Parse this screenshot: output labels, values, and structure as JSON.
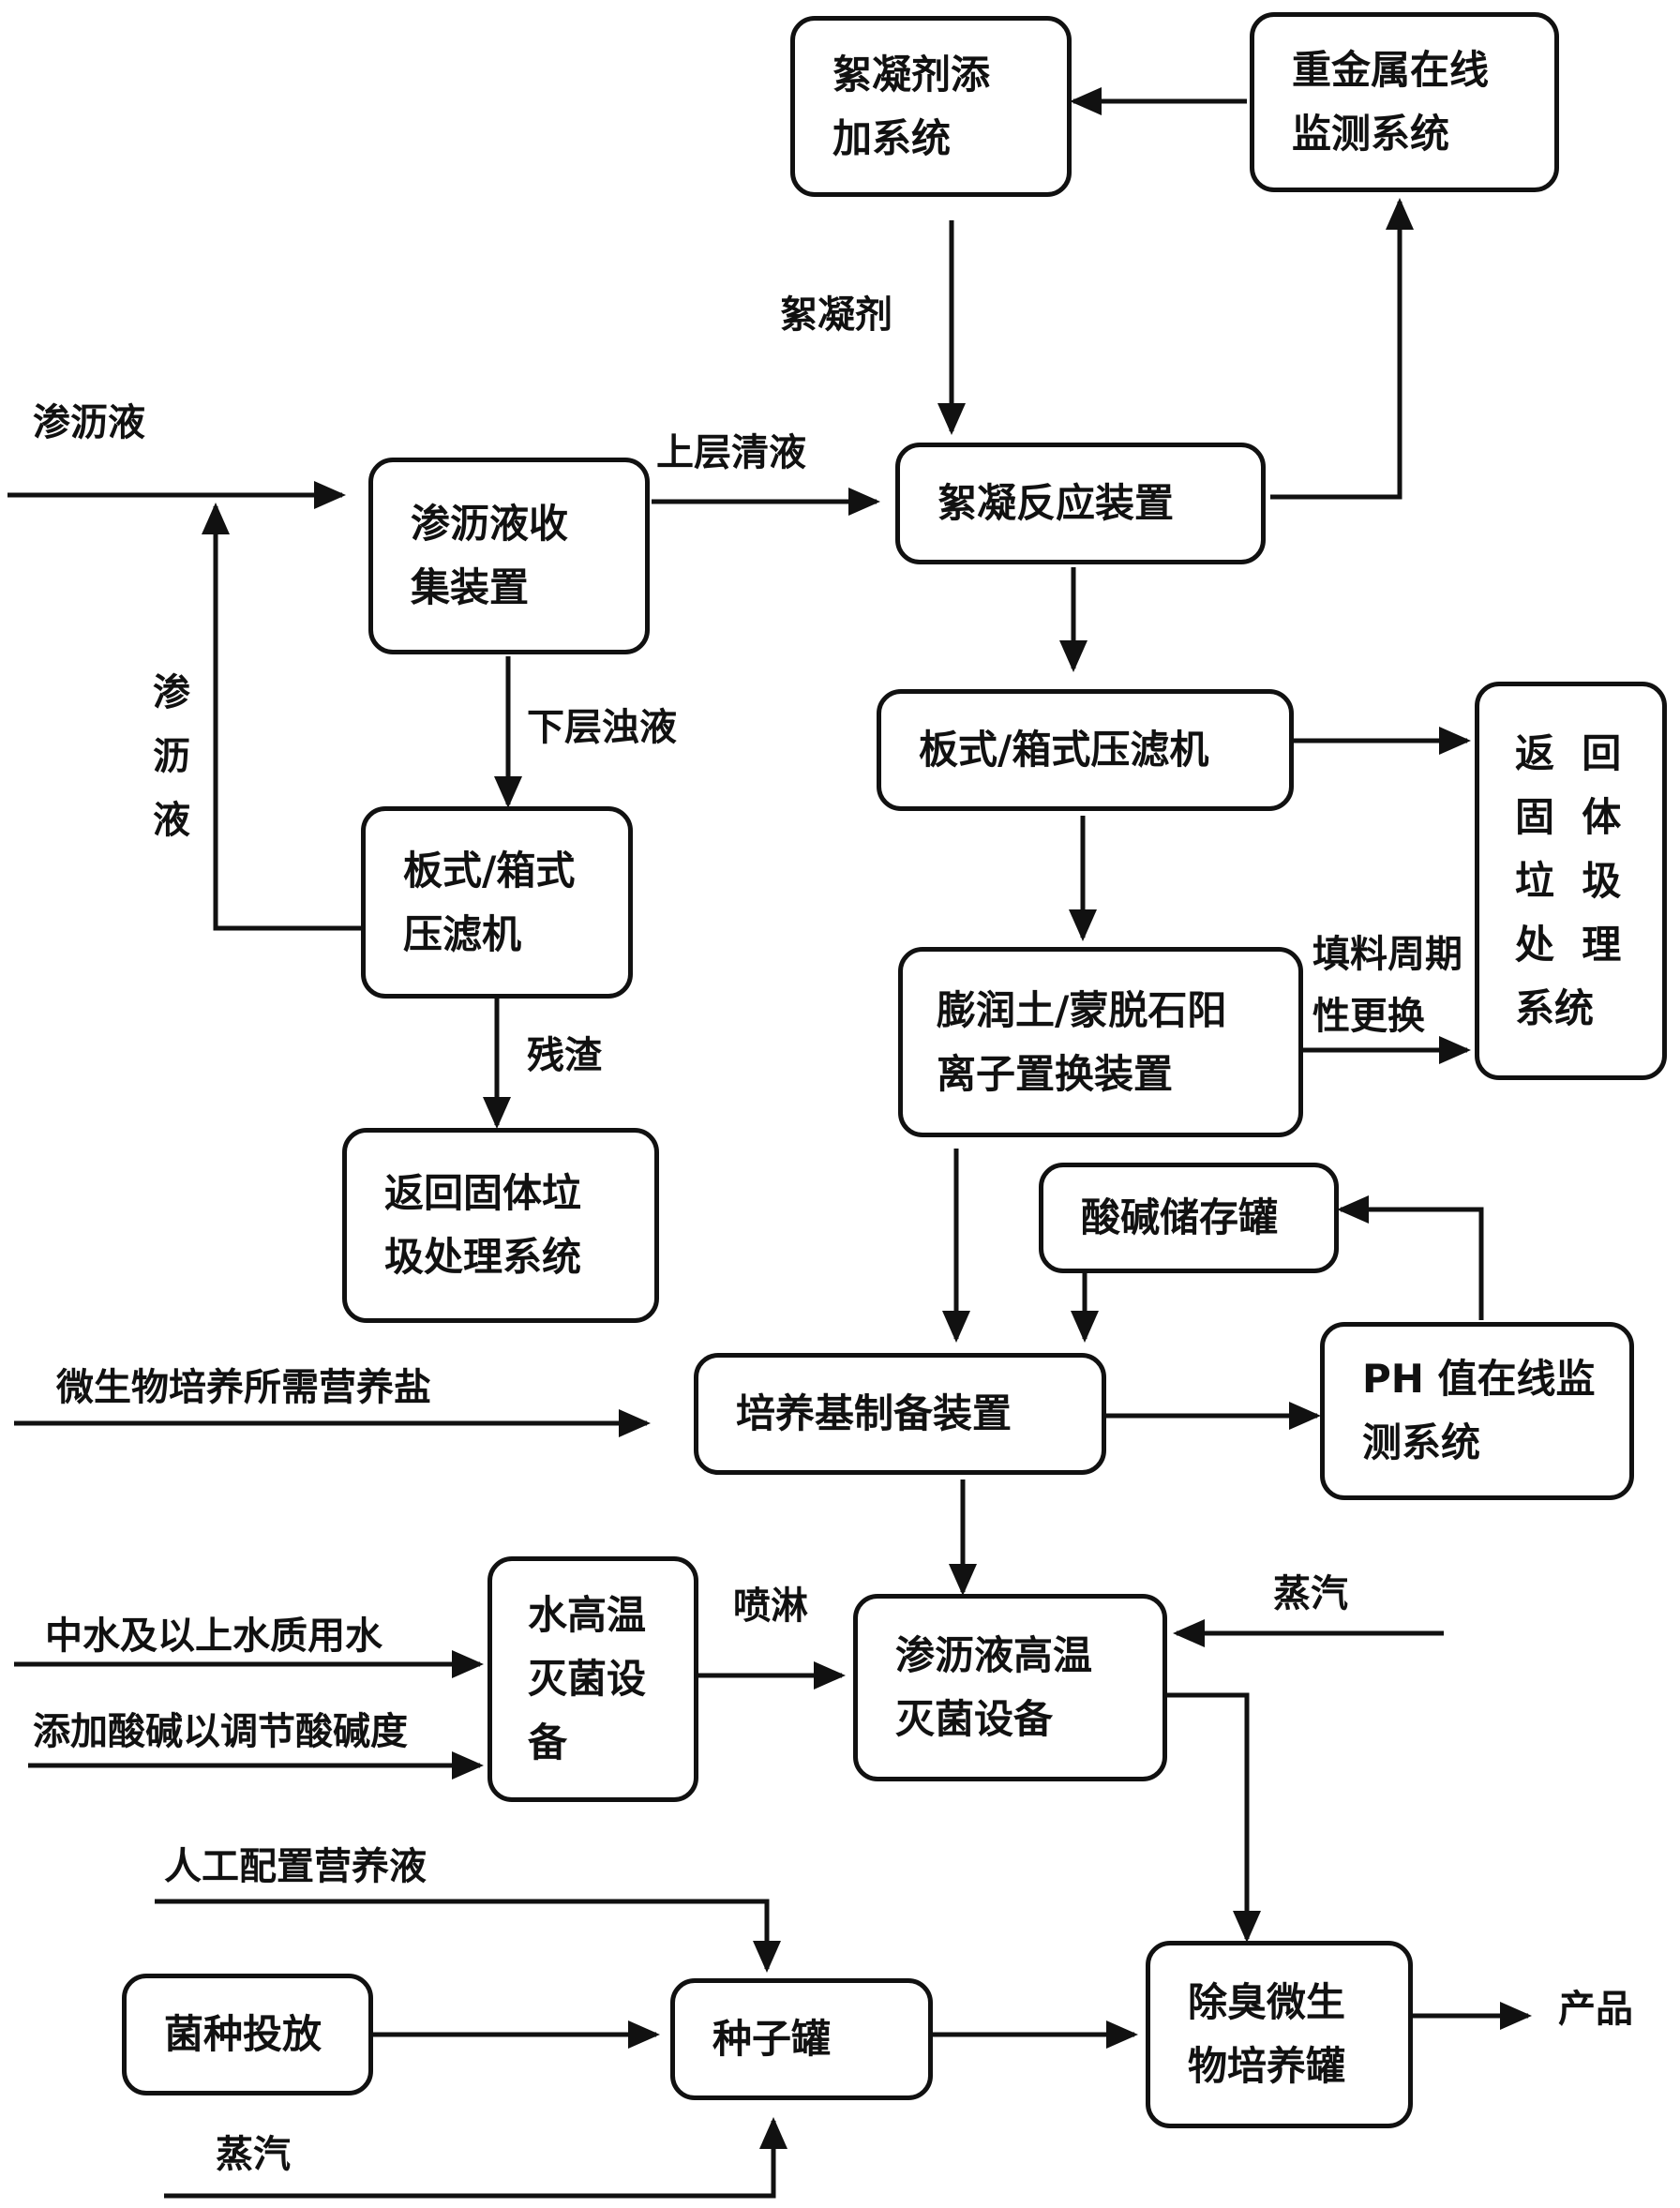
{
  "nodes": {
    "flocculant_dosing": "絮凝剂添\n加系统",
    "heavy_metal_monitor": "重金属在线\n监测系统",
    "leachate_collection": "渗沥液收\n集装置",
    "flocculation_reactor": "絮凝反应装置",
    "filter_press_left": "板式/箱式\n压滤机",
    "filter_press_right": "板式/箱式压滤机",
    "return_solid_right": "返  回\n固  体\n垃  圾\n处  理\n系统",
    "return_solid_left": "返回固体垃\n圾处理系统",
    "ion_exchange": "膨润土/蒙脱石阳\n离子置换装置",
    "acid_base_tank": "酸碱储存罐",
    "medium_prep": "培养基制备装置",
    "ph_monitor": "PH 值在线监\n测系统",
    "water_sterilizer": "水高温\n灭菌设\n备",
    "leachate_sterilizer": "渗沥液高温\n灭菌设备",
    "seed_release": "菌种投放",
    "seed_tank": "种子罐",
    "deodor_tank": "除臭微生\n物培养罐"
  },
  "labels": {
    "flocculant": "絮凝剂",
    "leachate_in": "渗沥液",
    "upper_clear": "上层清液",
    "lower_turbid": "下层浊液",
    "leachate_return": "渗\n沥\n液",
    "residue": "残渣",
    "filler_replace": "填料周期\n性更换",
    "nutrient_salt": "微生物培养所需营养盐",
    "spray": "喷淋",
    "steam_right": "蒸汽",
    "middle_water": "中水及以上水质用水",
    "add_acid_base": "添加酸碱以调节酸碱度",
    "manual_nutrient": "人工配置营养液",
    "steam_bottom": "蒸汽",
    "product": "产品"
  }
}
